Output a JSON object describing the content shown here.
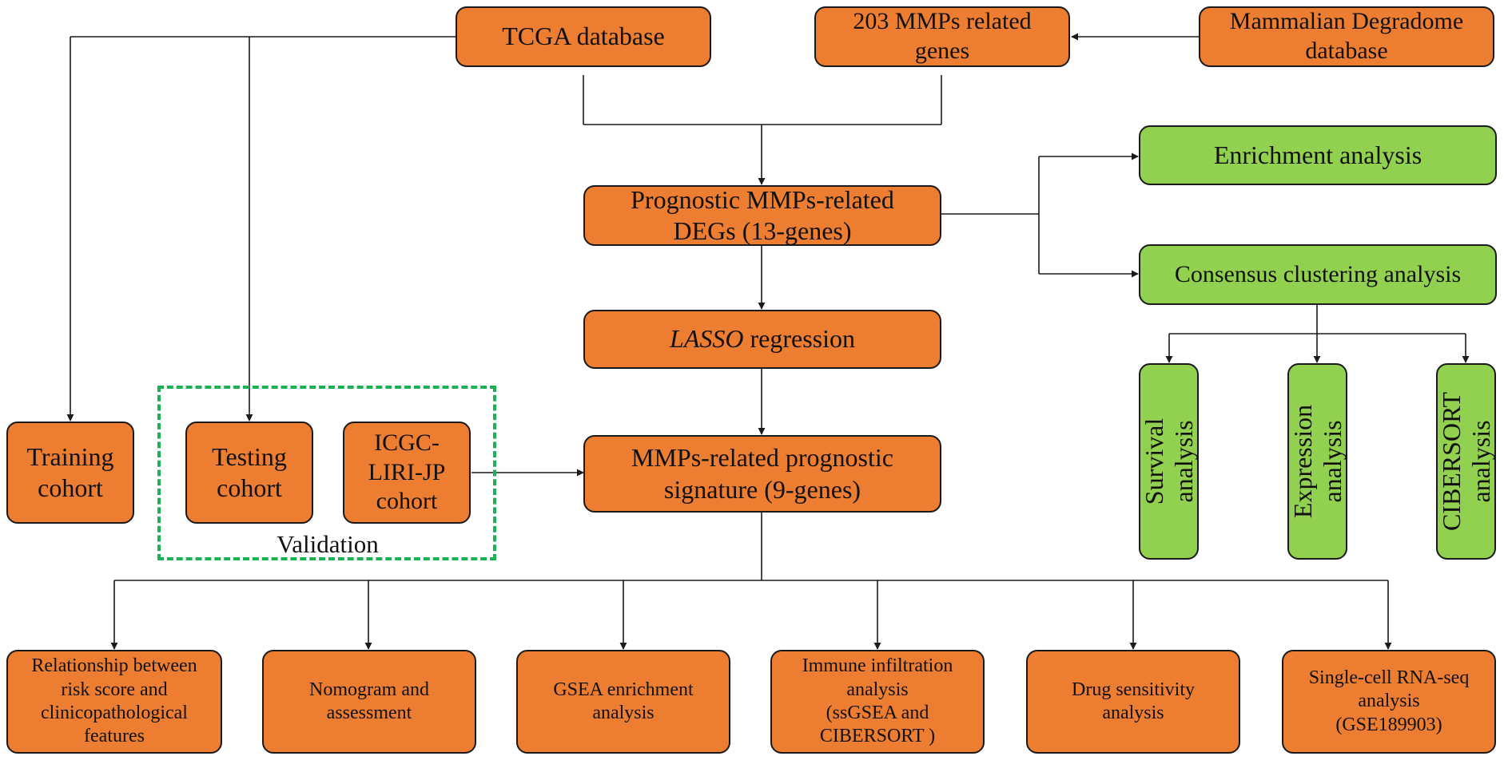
{
  "nodes": {
    "tcga": "TCGA database",
    "mmps203": "203 MMPs related\ngenes",
    "degradome": "Mammalian Degradome\ndatabase",
    "prognostic_degs": "Prognostic MMPs-related\nDEGs (13-genes)",
    "lasso_italic": "LASSO",
    "lasso_rest": " regression",
    "signature": "MMPs-related prognostic\nsignature (9-genes)",
    "training": "Training\ncohort",
    "testing": "Testing\ncohort",
    "icgc": "ICGC-\nLIRI-JP\ncohort",
    "validation": "Validation",
    "enrichment": "Enrichment analysis",
    "consensus": "Consensus clustering analysis",
    "survival": "Survival\nanalysis",
    "expression": "Expression\nanalysis",
    "cibersort": "CIBERSORT\nanalysis",
    "relationship": "Relationship between\nrisk score and\nclinicopathological\nfeatures",
    "nomogram": "Nomogram and\nassessment",
    "gsea": "GSEA enrichment\nanalysis",
    "immune": "Immune infiltration\nanalysis\n(ssGSEA and\nCIBERSORT )",
    "drug": "Drug sensitivity\nanalysis",
    "singlecell": "Single-cell RNA-seq\nanalysis\n(GSE189903)"
  },
  "colors": {
    "orange": "#ED7D31",
    "green": "#92D050",
    "validation_border": "#1DB156",
    "line": "#1a1a1a"
  }
}
